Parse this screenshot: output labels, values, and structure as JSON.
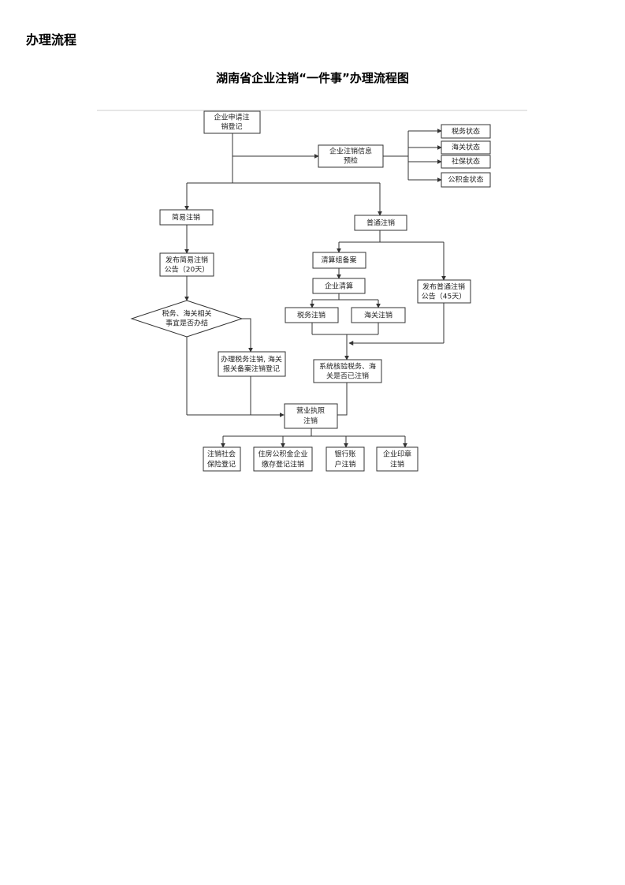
{
  "page": {
    "section_heading": "办理流程",
    "diagram_title": "湖南省企业注销“一件事”办理流程图"
  },
  "nodes": {
    "apply": {
      "line1": "企业申请注",
      "line2": "销登记"
    },
    "precheck": {
      "line1": "企业注销信息",
      "line2": "预检"
    },
    "tax_status": {
      "line1": "税务状态"
    },
    "customs_status": {
      "line1": "海关状态"
    },
    "social_status": {
      "line1": "社保状态"
    },
    "fund_status": {
      "line1": "公积金状态"
    },
    "simple": {
      "line1": "简易注销"
    },
    "normal": {
      "line1": "普通注销"
    },
    "simple_notice": {
      "line1": "发布简易注销",
      "line2": "公告（20天）"
    },
    "liquidation_filing": {
      "line1": "清算组备案"
    },
    "liquidation": {
      "line1": "企业清算"
    },
    "normal_notice": {
      "line1": "发布普通注销",
      "line2": "公告（45天）"
    },
    "tax_cancel": {
      "line1": "税务注销"
    },
    "customs_cancel": {
      "line1": "海关注销"
    },
    "decision": {
      "line1": "税务、海关相关",
      "line2": "事宜是否办结"
    },
    "handle_tax": {
      "line1": "办理税务注销, 海关",
      "line2": "报关备案注销登记"
    },
    "system_check": {
      "line1": "系统核验税务、海",
      "line2": "关是否已注销"
    },
    "license": {
      "line1": "营业执照",
      "line2": "注销"
    },
    "social_cancel": {
      "line1": "注销社会",
      "line2": "保险登记"
    },
    "fund_cancel": {
      "line1": "住房公积金企业",
      "line2": "缴存登记注销"
    },
    "bank_cancel": {
      "line1": "银行账",
      "line2": "户注销"
    },
    "seal_cancel": {
      "line1": "企业印章",
      "line2": "注销"
    }
  }
}
